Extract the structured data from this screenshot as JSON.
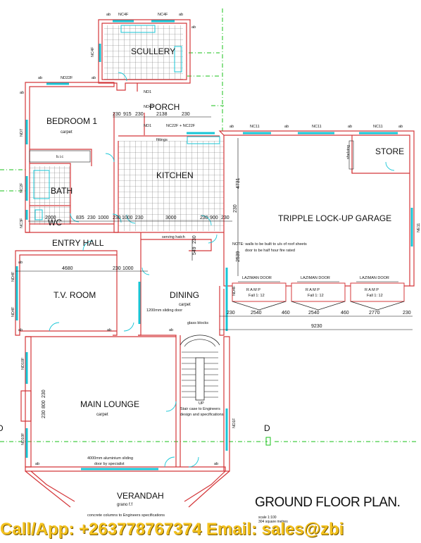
{
  "rooms": {
    "scullery": "SCULLERY",
    "bedroom": "BEDROOM 1",
    "bedroom_finish": "carpet",
    "bath": "BATH",
    "wc": "WC",
    "porch": "PORCH",
    "kitchen": "KITCHEN",
    "garage": "TRIPPLE LOCK-UP GARAGE",
    "store": "STORE",
    "entry_hall": "ENTRY HALL",
    "tv_room": "T.V. ROOM",
    "dining": "DINING",
    "dining_finish": "carpet",
    "lounge": "MAIN LOUNGE",
    "lounge_finish": "carpet",
    "verandah": "VERANDAH",
    "verandah_finish": "grano f.f"
  },
  "tags": {
    "nc4f_a": "NC4F",
    "nc4f_b": "NC4F",
    "nc4f_side": "NC4F",
    "nd22f": "ND22F",
    "nd1_a": "ND1",
    "nd1_b": "ND1",
    "nd45": "ND45",
    "nc22f": "NC22F + NC22F",
    "nc11_a": "NC11",
    "nc11_b": "NC11",
    "nc11_c": "NC11",
    "nd7": "ND7",
    "nc2f": "NC2F",
    "nc3f": "NC3F",
    "nd11": "NE11",
    "nd4f_a": "ND4F",
    "nd4f_b": "ND4F",
    "nd10f_a": "ND10F",
    "nd10f_b": "ND10F",
    "nd1f": "ND1F",
    "nd4f_c": "ND4F",
    "shelving": "shelving",
    "fittings": "fittings",
    "bic": "b.i.c",
    "ab": "ab"
  },
  "dimensions": {
    "d230a": "230",
    "d915": "915",
    "d230b": "230",
    "d2138": "2138",
    "d230c": "230",
    "d4731": "4731",
    "d2000": "2000",
    "d835": "835",
    "d230d": "230",
    "d1000a": "1000",
    "d230e": "230",
    "d1000b": "1000",
    "d230f": "230",
    "d3000": "3000",
    "d230g": "230",
    "d900": "900",
    "d230h": "230",
    "d549": "549",
    "d230i": "230",
    "d2539": "2539",
    "d4680": "4680",
    "d230j": "230",
    "d1000c": "1000",
    "d230k": "230",
    "d2540a": "2540",
    "d460a": "460",
    "d2540b": "2540",
    "d460b": "460",
    "d2770": "2770",
    "d230l": "230",
    "d9230": "9230",
    "d230m": "230",
    "d800": "800",
    "d230n": "230",
    "d230o": "230"
  },
  "notes": {
    "serving_hatch": "serving hatch",
    "roof_note_1": "NOTE: walls to be built to u/s of roof sheets",
    "roof_note_2": "door to be half hour fire rated",
    "laziman_1": "LAZIMAN DOOR",
    "laziman_2": "LAZIMAN DOOR",
    "laziman_3": "LAZIMAN DOOR",
    "ramp_1": "R A M P",
    "ramp_2": "R A M P",
    "ramp_3": "R A M P",
    "fall_1": "Fall 1: 12",
    "fall_2": "Fall 1: 12",
    "fall_3": "Fall 1: 12",
    "sliding_door": "1200mm sliding door",
    "glass_blocks": "glass blocks",
    "up": "UP",
    "stair_1": "Stair case to Engineers",
    "stair_2": "design and specifications",
    "alu_1": "4000mm aluminium sliding",
    "alu_2": "door by specialist",
    "columns": "concrete columns to Engineers specifications",
    "section_d_left": "D",
    "section_d_right": "D"
  },
  "title": {
    "main": "GROUND FLOOR PLAN.",
    "scale": "scale 1:100",
    "area": "304 square metres"
  },
  "banner": {
    "text": "Call/App: +263778767374  Email: sales@zbi"
  },
  "colors": {
    "wall_outer": "#d4373a",
    "window": "#17c6d6",
    "grid_line": "#19c219",
    "banner": "#f4c21e"
  }
}
